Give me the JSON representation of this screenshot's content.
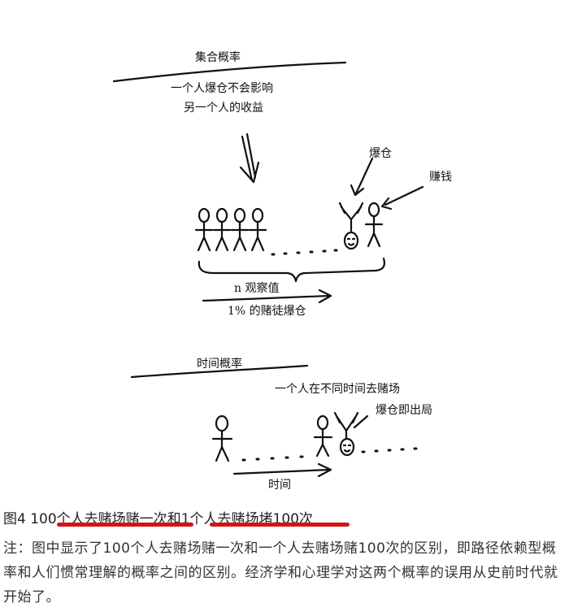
{
  "diagram": {
    "top": {
      "title": "集合概率",
      "desc_line1": "一个人爆仓不会影响",
      "desc_line2": "另一个人的收益",
      "label_bust": "爆仓",
      "label_earn": "赚钱",
      "observations": "n 观察值",
      "bust_rate": "1% 的赌徒爆仓"
    },
    "bottom": {
      "title": "时间概率",
      "desc": "一个人在不同时间去赌场",
      "label_bust_out": "爆仓即出局",
      "axis": "时间"
    }
  },
  "caption": {
    "prefix": "图4",
    "part1": "100个人去赌场赌一次",
    "conj": "和",
    "part2": "1个人去赌场堵100次"
  },
  "note": "注：图中显示了100个人去赌场赌一次和一个人去赌场赌100次的区别，即路径依赖型概率和人们惯常理解的概率之间的区别。经济学和心理学对这两个概率的误用从史前时代就开始了。",
  "colors": {
    "underline": "#d41414",
    "ink": "#111111"
  }
}
